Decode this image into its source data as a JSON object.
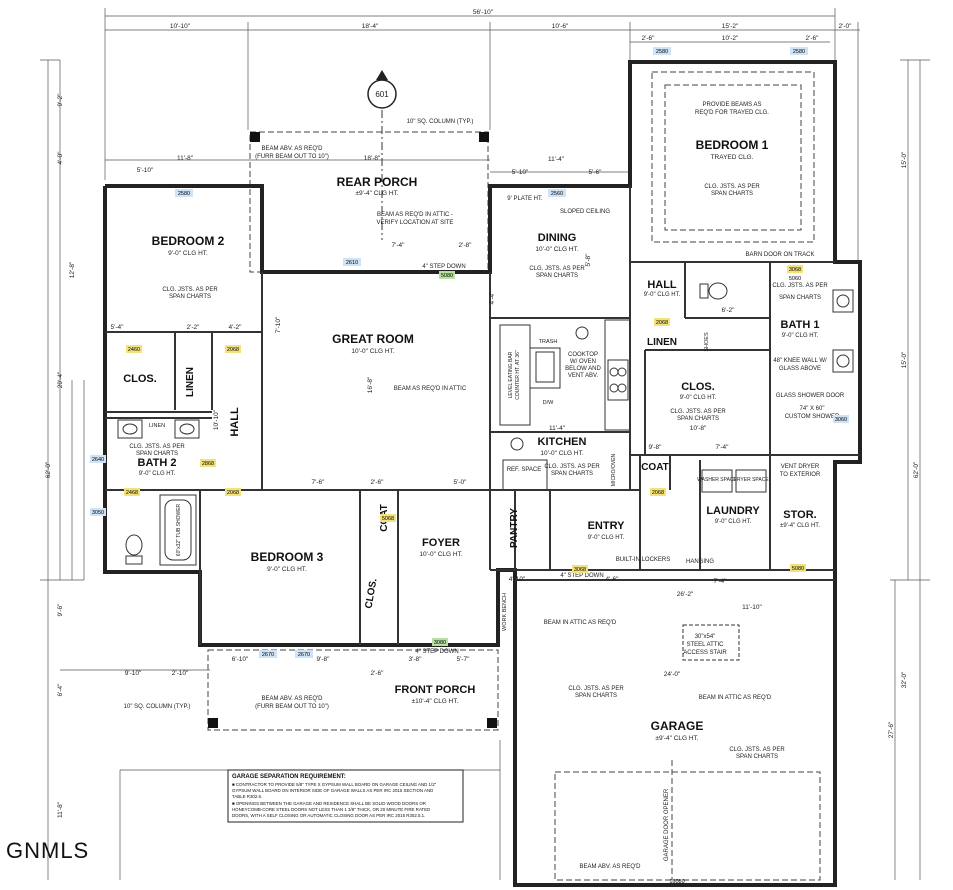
{
  "rooms": {
    "rear_porch": {
      "name": "REAR PORCH",
      "clg": "±9'-4\" CLG HT."
    },
    "bedroom2": {
      "name": "BEDROOM 2",
      "clg": "9'-0\" CLG HT."
    },
    "dining": {
      "name": "DINING",
      "clg": "10'-0\" CLG HT."
    },
    "bedroom1": {
      "name": "BEDROOM 1",
      "clg": "TRAYED CLG."
    },
    "great_room": {
      "name": "GREAT ROOM",
      "clg": "10'-0\" CLG HT."
    },
    "hall_main": {
      "name": "HALL",
      "clg": "9'-0\" CLG HT."
    },
    "hall_left": {
      "name": "HALL"
    },
    "linen_top": {
      "name": "LINEN"
    },
    "linen_left": {
      "name": "LINEN"
    },
    "clos_left": {
      "name": "CLOS."
    },
    "clos_master": {
      "name": "CLOS.",
      "clg": "9'-0\" CLG HT."
    },
    "bath1": {
      "name": "BATH 1",
      "clg": "9'-0\" CLG HT."
    },
    "bath2": {
      "name": "BATH 2",
      "clg": "9'-0\" CLG HT."
    },
    "kitchen": {
      "name": "KITCHEN",
      "clg": "10'-0\" CLG HT."
    },
    "coat_kitchen": {
      "name": "COAT"
    },
    "coat_foyer": {
      "name": "COAT"
    },
    "pantry": {
      "name": "PANTRY"
    },
    "entry": {
      "name": "ENTRY",
      "clg": "9'-0\" CLG HT."
    },
    "laundry": {
      "name": "LAUNDRY",
      "clg": "9'-0\" CLG HT."
    },
    "stor": {
      "name": "STOR.",
      "clg": "±9'-4\" CLG HT."
    },
    "bedroom3": {
      "name": "BEDROOM 3",
      "clg": "9'-0\" CLG HT."
    },
    "foyer": {
      "name": "FOYER",
      "clg": "10'-0\" CLG HT."
    },
    "clos_foyer": {
      "name": "CLOS."
    },
    "front_porch": {
      "name": "FRONT PORCH",
      "clg": "±10'-4\" CLG HT."
    },
    "garage": {
      "name": "GARAGE",
      "clg": "±9'-4\" CLG HT."
    }
  },
  "notes": {
    "column_top": "10\" SQ. COLUMN (TYP.)",
    "beam_top": "BEAM ABV. AS REQ'D",
    "furr_top": "(FURR BEAM OUT TO 10\")",
    "provide_beams": "PROVIDE BEAMS AS",
    "provide_beams2": "REQ'D FOR TRAYED CLG.",
    "clg_jsts": "CLG. JSTS. AS PER",
    "span_charts": "SPAN CHARTS",
    "beam_attic": "BEAM AS REQ'D IN ATTIC -",
    "verify": "VERIFY LOCATION AT SITE",
    "sloped": "SLOPED CEILING",
    "plate": "9' PLATE HT.",
    "barn_door": "BARN DOOR ON TRACK",
    "step_down": "4\" STEP DOWN",
    "beam_in_attic": "BEAM AS REQ'D IN ATTIC",
    "cooktop": "COOKTOP",
    "oven": "W/ OVEN",
    "below": "BELOW AND",
    "vent": "VENT ABV.",
    "eating_bar": "LEVEL EATING BAR",
    "eating_bar2": "COUNTER HT. AT 36\"",
    "trash": "TRASH",
    "dw": "D/W",
    "ref_space": "REF. SPACE",
    "micro": "MICRO/OVEN",
    "shoes": "SHOES",
    "washer": "WASHER SPACE",
    "dryer": "DRYER SPACE",
    "vent_dryer": "VENT DRYER",
    "to_exterior": "TO EXTERIOR",
    "knee_wall": "48\" KNEE WALL W/",
    "glass_above": "GLASS ABOVE",
    "glass_door": "GLASS SHOWER DOOR",
    "custom_shower": "74\" X 60\"",
    "custom_shower2": "CUSTOM SHOWER",
    "built_in": "BUILT-IN LOCKERS",
    "hanging": "HANGING",
    "beam_attic_reqd": "BEAM IN ATTIC AS REQ'D",
    "steel_attic": "30\"x54\"",
    "steel_attic2": "STEEL ATTIC",
    "steel_attic3": "ACCESS STAIR",
    "garage_door_opener": "GARAGE DOOR OPENER",
    "beam_abv_reqd": "BEAM ABV. AS REQ'D",
    "column_bottom": "10\" SQ. COLUMN (TYP.)",
    "beam_bottom": "BEAM ABV. AS REQ'D",
    "furr_bottom": "(FURR BEAM OUT TO 10\")",
    "work_bench": "WORK BENCH",
    "tub": "60\"x32\" TUB SHOWER",
    "linen_small": "LINEN",
    "trayed_clg": "TRAYED CLG.",
    "clg_dining": "10'-0\" CLG HT."
  },
  "garage_sep": {
    "title": "GARAGE SEPARATION REQUIREMENT:",
    "line1": "■ CONTRACTOR TO PROVIDE 5/8\" TYPE X GYPSUM WALL BOARD ON GARAGE CEILING AND 1/2\"",
    "line2": "GYPSUM WALL BOARD ON INTERIOR SIDE OF GARAGE WALLS AS PER IRC 2015 SECTION AND",
    "line3": "TABLE R302.6.",
    "line4": "■ OPENINGS BETWEEN THE GARAGE AND RESIDENCE SHALL BE SOLID WOOD DOORS OR",
    "line5": "HONEYCOMB-CORE STEEL DOORS NOT LESS THAN 1 3/8\" THICK, OR 20 MINUTE FIRE RATED",
    "line6": "DOORS, WITH A SELF CLOSING OR AUTOMATIC CLOSING DOOR AS PER IRC 2015 R302.5.1."
  },
  "dims": {
    "overall": "56'-10\"",
    "top1": "10'-10\"",
    "top2": "18'-4\"",
    "top3": "10'-6\"",
    "top4": "15'-2\"",
    "top5": "2'-0\"",
    "top6": "2'-6\"",
    "top7": "10'-2\"",
    "top8": "2'-6\"",
    "r1": "5'-10\"",
    "r2": "11'-8\"",
    "r3": "18'-8\"",
    "r4": "5'-10\"",
    "r5": "11'-4\"",
    "r6": "5'-6\"",
    "left1": "9'-2\"",
    "left2": "4'-0\"",
    "left3": "12'-8\"",
    "left4": "29'-4\"",
    "left5": "62'-0\"",
    "left6": "9'-6\"",
    "left7": "6'-4\"",
    "left8": "11'-8\"",
    "right1": "15'-0\"",
    "right2": "15'-0\"",
    "right3": "62'-0\"",
    "right4": "32'-0\"",
    "right5": "27'-6\"",
    "bot1": "9'-10\"",
    "bot2": "2'-10\"",
    "bot3": "6'-10\"",
    "bot4": "9'-8\"",
    "bot5": "2'-6\"",
    "bot6": "3'-8\"",
    "bot7": "5'-7\"",
    "g1": "26'-2\"",
    "g2": "11'-10\"",
    "g3": "24'-0\"",
    "g4": "4'-10\"",
    "g5": "4'-6\"",
    "g6": "7'-4\"",
    "k1": "11'-4\"",
    "k2": "9'-8\"",
    "k3": "7'-4\"",
    "k4": "10'-8\"",
    "c1": "4'-4\"",
    "c2": "5'-8\"",
    "c3": "6'-2\"",
    "b1": "5'-4\"",
    "b2": "2'-2\"",
    "b3": "4'-2\"",
    "b4": "7'-6\"",
    "b5": "2'-6\"",
    "b6": "5'-0\"",
    "h1": "10'-10\"",
    "h2": "7'-4\"",
    "h3": "2'-8\"",
    "gr1": "7'-10\"",
    "gr2": "16'-8\""
  },
  "tags": {
    "t2580a": "2580",
    "t2580b": "2580",
    "t2580c": "2580",
    "t2560": "2560",
    "t2670a": "2670",
    "t2670b": "2670",
    "t2610": "2610",
    "t2460a": "2460",
    "t2068a": "2068",
    "t2068b": "2068",
    "t2068c": "2068",
    "t2068d": "2068",
    "t2468": "2468",
    "t2868": "2868",
    "t3068a": "3068",
    "t3068b": "3068",
    "t5080a": "5080",
    "t5080b": "5080",
    "t3080": "3080",
    "t5068": "5068",
    "t3060": "3060",
    "t2640": "2640",
    "t3050": "3050",
    "t16080": "16080",
    "t5060": "5060"
  },
  "marker": {
    "num": "601"
  },
  "logo": "GNMLS"
}
